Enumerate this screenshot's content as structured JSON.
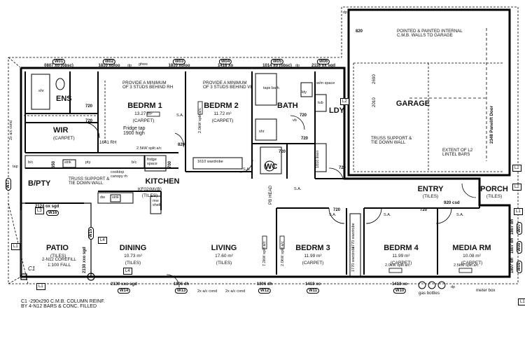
{
  "rooms": {
    "ens": {
      "name": "ENS"
    },
    "wir": {
      "name": "WIR",
      "floor": "(CARPET)"
    },
    "bedrm1": {
      "name": "BEDRM 1",
      "area": "13.27 m²",
      "floor": "(CARPET)"
    },
    "bedrm2": {
      "name": "BEDRM 2",
      "area": "11.72 m²",
      "floor": "(CARPET)"
    },
    "bath": {
      "name": "BATH"
    },
    "wc": {
      "name": "WC"
    },
    "ldy": {
      "name": "LDY"
    },
    "garage": {
      "name": "GARAGE"
    },
    "kitchen": {
      "name": "KITCHEN",
      "detail": "KF02(M)(B)",
      "floor": "(TILES)"
    },
    "bpty": {
      "name": "B/PTY"
    },
    "patio": {
      "name": "PATIO",
      "floor": "(TILES)",
      "fall": "1:100 FALL"
    },
    "dining": {
      "name": "DINING",
      "area": "10.73 m²",
      "floor": "(TILES)"
    },
    "living": {
      "name": "LIVING",
      "area": "17.60 m²",
      "floor": "(TILES)"
    },
    "bedrm3": {
      "name": "BEDRM 3",
      "area": "11.99 m²",
      "floor": "(CARPET)"
    },
    "bedrm4": {
      "name": "BEDRM 4",
      "area": "11.99 m²",
      "floor": "(CARPET)"
    },
    "media": {
      "name": "MEDIA RM",
      "area": "10.08 m²",
      "floor": "(CARPET)"
    },
    "entry": {
      "name": "ENTRY",
      "floor": "(TILES)"
    },
    "porch": {
      "name": "PORCH",
      "floor": "(TILES)"
    }
  },
  "windows_top": [
    {
      "tag": "W01",
      "spec": "0807 xo (obsc)"
    },
    {
      "tag": "W02",
      "spec": "1810 xo/oo"
    },
    {
      "tag": "W03",
      "spec": "1810 xo/oo"
    },
    {
      "tag": "W04",
      "spec": "1418 xo"
    },
    {
      "tag": "W05",
      "spec": "1014 xo (obsc)"
    },
    {
      "tag": "W06",
      "spec": "2116 ox sgd"
    }
  ],
  "windows_bottom": [
    {
      "tag": "W14",
      "spec": "2130 xxo sgd"
    },
    {
      "tag": "W13",
      "spec": "1806 dh"
    },
    {
      "tag": "W12",
      "spec": "1806 dh"
    },
    {
      "tag": "W11",
      "spec": "1418 xo"
    },
    {
      "tag": "W10",
      "spec": "1418 xo"
    }
  ],
  "windows_other": {
    "w16": {
      "tag": "W16",
      "spec": "2124 ox sgd"
    },
    "w15": {
      "tag": "W15",
      "spec": "2130 xxo sgd"
    },
    "w17": {
      "tag": "W17"
    },
    "w07": {
      "tag": "W07",
      "spec": "1807 dh"
    },
    "w08": {
      "tag": "W08",
      "spec": "1807 dh"
    },
    "w09": {
      "tag": "W09",
      "spec": "1807 dh"
    }
  },
  "notes": {
    "studs_rh": "PROVIDE A MINIMUM\nOF 3 STUDS BEHIND RH",
    "studs_vb": "PROVIDE A MINIMUM\nOF 3 STUDS BEHIND VB",
    "fridge_tap": "Fridge tap\n1900 high",
    "garage_walls": "POINTED & PAINTED INTERNAL\nC.M.B. WALLS TO GARAGE",
    "truss_garage": "TRUSS SUPPORT &\nTIE DOWN WALL",
    "truss_kitchen": "TRUSS SUPPORT &\nTIE DOWN WALL",
    "lintel": "EXTENT OF L2\nLINTEL BARS",
    "panelift": "2348 Panelift Door",
    "corefill": "2-N12 COREFILL",
    "column": "C1 -290x290 C.M.B. COLUMN REINF.\nBY 4-N12 BARS & CONC. FILLED",
    "pb_head": "PB HEAD",
    "meter_box": "meter box",
    "gas_bottles": "gas bottles",
    "cooktop": "cooktop\ncanopy rh",
    "fridge_space": "fridge\nspace",
    "mw_shelf": "mw\nshelf",
    "door_920": "920 csd",
    "rh": "1641 RH",
    "linen": "1810 linen",
    "wardrobe2": "1610 wardrobe",
    "wardrobe3": "1770 wardrobe",
    "wardrobe4": "1770 wardrobe",
    "ac_25": "2.5kW split a/c",
    "ac_20": "2.0kW split a/c",
    "ac_72": "7.2kW split a/c",
    "ac_cond1": "2x a/c cond",
    "ac_cond2": "2x a/c cond",
    "ac_cond_left": "2x a/c cond",
    "sa": "S.A.",
    "dim_2690": "2690",
    "dim_2010": "2010"
  },
  "dims": [
    "820",
    "720",
    "720",
    "720",
    "720",
    "720",
    "820",
    "720",
    "650",
    "700",
    "720",
    "720"
  ],
  "fixtures": [
    "shr",
    "taps bath",
    "shr",
    "vb",
    "ldy",
    "tub",
    "w/m space",
    "b/c",
    "sink",
    "pty",
    "b/c",
    "dw",
    "sink",
    "ghws",
    "tap",
    "dp",
    "dp",
    "dp",
    "dp"
  ],
  "lintels": [
    "L1",
    "L2",
    "L3",
    "L4",
    "L4",
    "L1",
    "L1",
    "L1",
    "L2",
    "L2",
    "C1"
  ]
}
